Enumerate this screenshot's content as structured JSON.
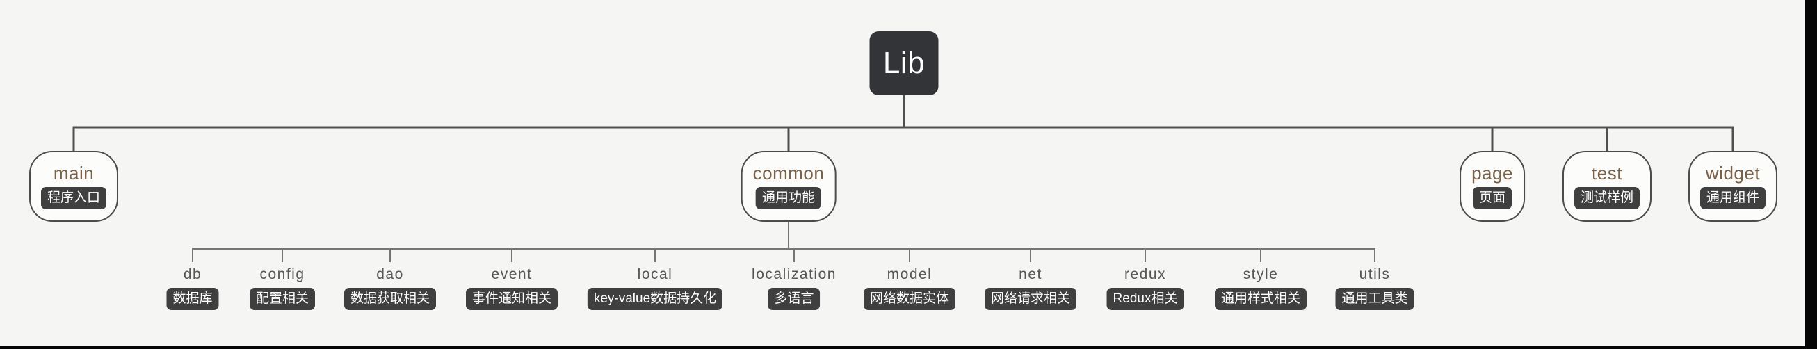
{
  "root": {
    "label": "Lib"
  },
  "level1": [
    {
      "label": "main",
      "badge": "程序入口"
    },
    {
      "label": "common",
      "badge": "通用功能"
    },
    {
      "label": "page",
      "badge": "页面"
    },
    {
      "label": "test",
      "badge": "测试样例"
    },
    {
      "label": "widget",
      "badge": "通用组件"
    }
  ],
  "children": [
    {
      "label": "db",
      "badge": "数据库"
    },
    {
      "label": "config",
      "badge": "配置相关"
    },
    {
      "label": "dao",
      "badge": "数据获取相关"
    },
    {
      "label": "event",
      "badge": "事件通知相关"
    },
    {
      "label": "local",
      "badge": "key-value数据持久化"
    },
    {
      "label": "localization",
      "badge": "多语言"
    },
    {
      "label": "model",
      "badge": "网络数据实体"
    },
    {
      "label": "net",
      "badge": "网络请求相关"
    },
    {
      "label": "redux",
      "badge": "Redux相关"
    },
    {
      "label": "style",
      "badge": "通用样式相关"
    },
    {
      "label": "utils",
      "badge": "通用工具类"
    }
  ],
  "colors": {
    "canvas_background": "#f5f5f3",
    "frame": "#050505",
    "root_node_fill": "#333438",
    "branch_node_fill": "#fcfcfb",
    "branch_node_border": "#4c4c4c",
    "branch_label_text": "#7a6148",
    "child_label_text": "#565656",
    "badge_fill": "#3f3f3f",
    "badge_text": "#ffffff",
    "connector_top": "#4f4f4f",
    "connector_sub": "#757575"
  }
}
